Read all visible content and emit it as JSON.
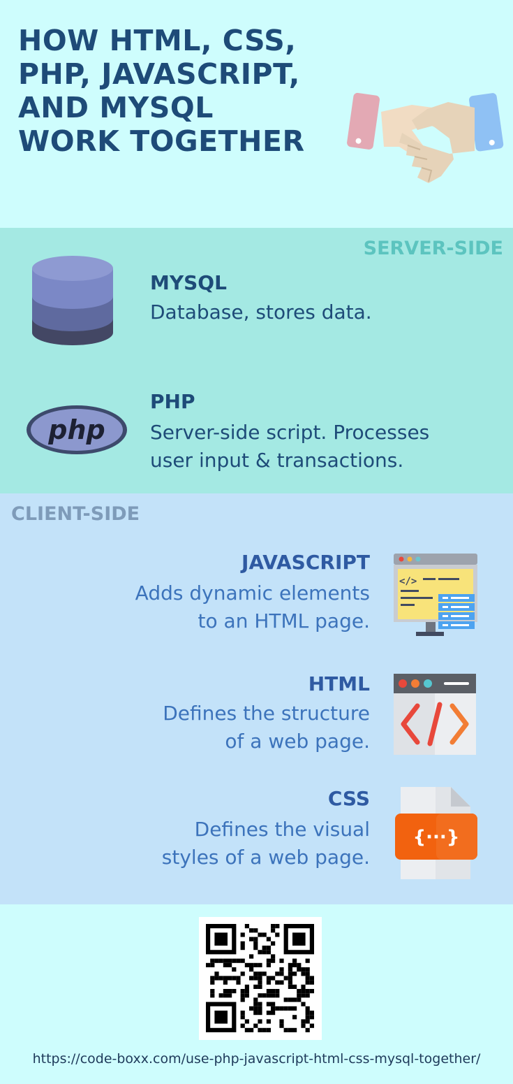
{
  "header": {
    "title_lines": [
      "HOW HTML, CSS,",
      "PHP, JAVASCRIPT,",
      "AND MYSQL",
      "WORK TOGETHER"
    ]
  },
  "server": {
    "label": "SERVER-SIDE",
    "items": [
      {
        "title": "MYSQL",
        "desc_lines": [
          "Database, stores data."
        ],
        "icon": "database-icon"
      },
      {
        "title": "PHP",
        "desc_lines": [
          "Server-side script. Processes",
          "user input & transactions."
        ],
        "icon": "php-logo-icon",
        "logo_text": "php"
      }
    ]
  },
  "client": {
    "label": "CLIENT-SIDE",
    "items": [
      {
        "title": "JAVASCRIPT",
        "desc_lines": [
          "Adds dynamic elements",
          "to an HTML page."
        ],
        "icon": "monitor-code-icon",
        "icon_text": "</>"
      },
      {
        "title": "HTML",
        "desc_lines": [
          "Defines the structure",
          "of a web page."
        ],
        "icon": "browser-code-icon",
        "icon_text": "</>"
      },
      {
        "title": "CSS",
        "desc_lines": [
          "Defines the visual",
          "styles of a web page."
        ],
        "icon": "css-file-icon",
        "icon_text": "{···}"
      }
    ]
  },
  "footer": {
    "url": "https://code-boxx.com/use-php-javascript-html-css-mysql-together/"
  },
  "colors": {
    "page_bg": "#cefdfd",
    "server_bg": "#a4e9e3",
    "client_bg": "#c3e2f9",
    "title": "#1e4b78",
    "server_label": "#5cc4bf",
    "client_label": "#7e9bb9"
  }
}
